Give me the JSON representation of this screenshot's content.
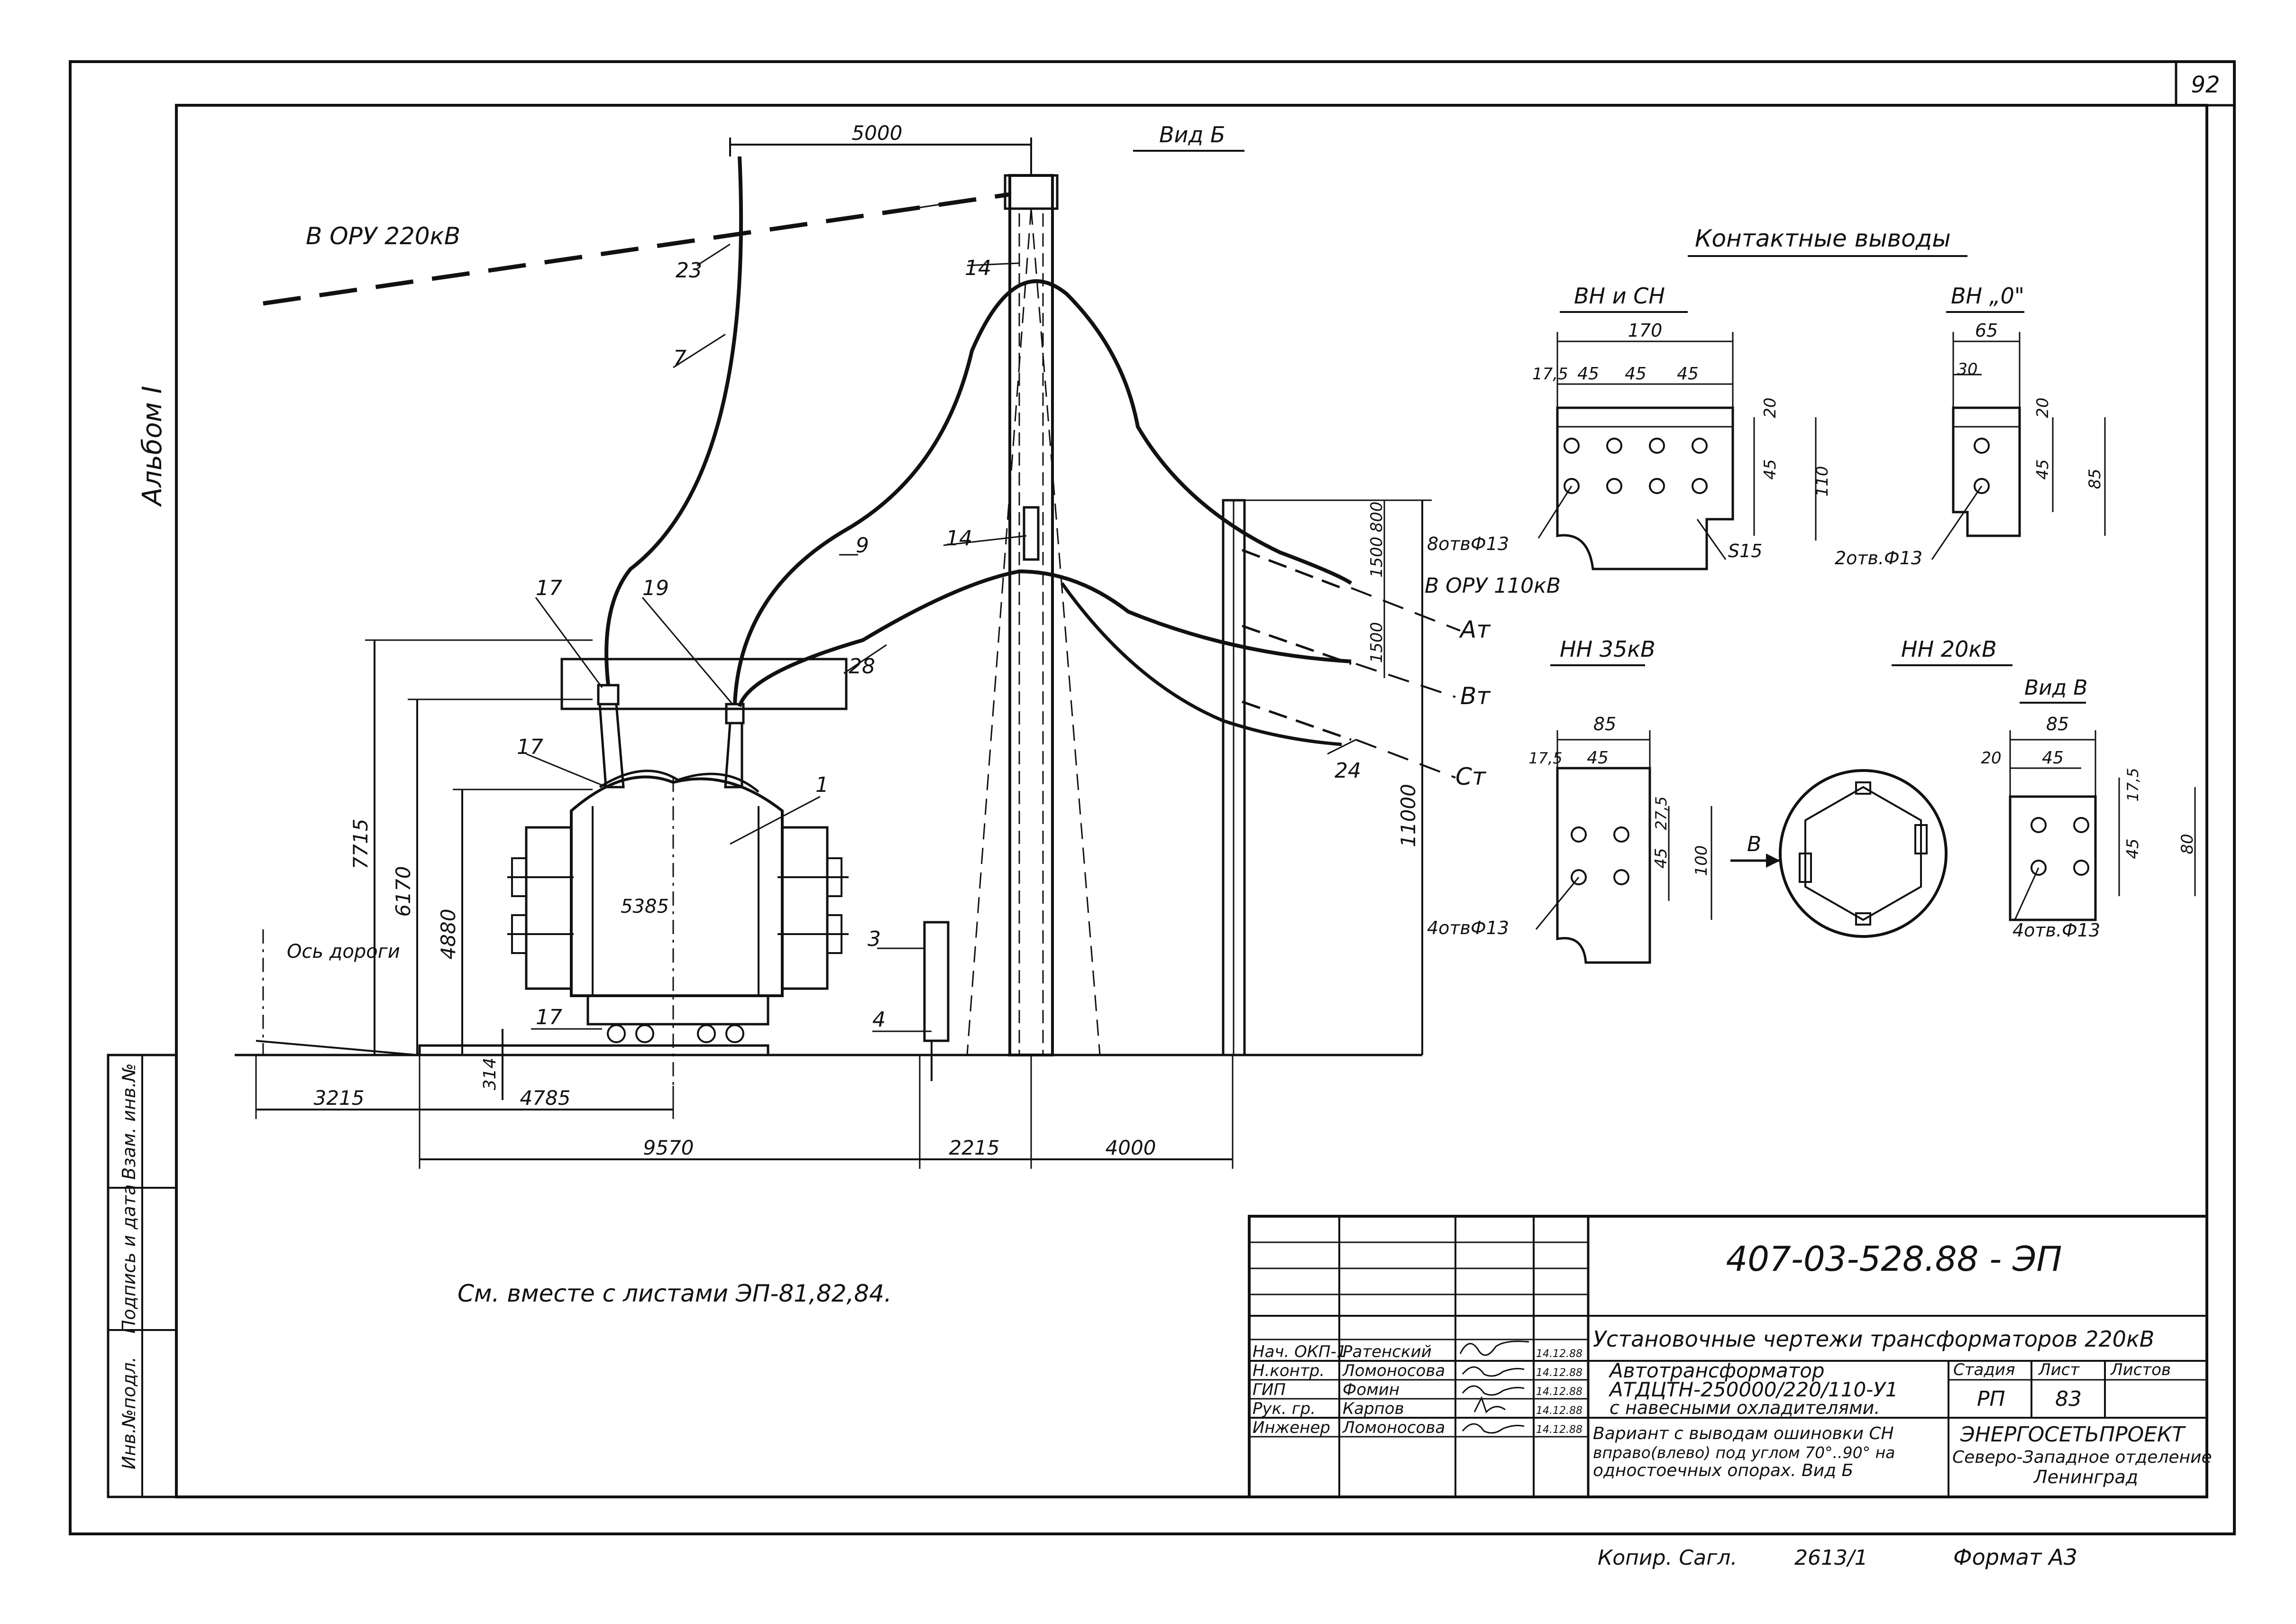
{
  "sheet": {
    "page_number": "92",
    "album_label": "Альбом I",
    "see_also": "См. вместе с листами ЭП-81,82,84.",
    "copy_note": "Копир. Сагл.",
    "copy_number": "2613/1",
    "format_label": "Формат А3"
  },
  "side_stamp": {
    "inv_original": "Инв.№подл.",
    "signature_date": "Подпись и дата",
    "replace_inv": "Взам. инв.№"
  },
  "main_view": {
    "view_title": "Вид Б",
    "to_220": "В ОРУ 220кВ",
    "to_110": "В ОРУ 110кВ",
    "phases": [
      "Ат",
      "Вт",
      "Ст"
    ],
    "road_axis": "Ось дороги",
    "position_labels": [
      "23",
      "7",
      "9",
      "14",
      "14",
      "17",
      "19",
      "17",
      "28",
      "1",
      "24",
      "3",
      "4",
      "17"
    ],
    "dimensions": {
      "top_span": "5000",
      "h1": "7715",
      "h2": "6170",
      "h3": "4880",
      "center": "5385",
      "h_support": "11000",
      "v1500a": "1500",
      "v800": "800",
      "v1500b": "1500",
      "base": "314",
      "b1": "3215",
      "b2": "4785",
      "b3": "9570",
      "b4": "2215",
      "b5": "4000"
    }
  },
  "contacts": {
    "title": "Контактные выводы",
    "bhch": {
      "title": "ВН и СН",
      "width": "170",
      "d1": "17,5",
      "d2": "45",
      "d3": "45",
      "d4": "45",
      "v1": "20",
      "v2": "45",
      "v3": "110",
      "holes": "8отвФ13",
      "thickness": "S15"
    },
    "bh0": {
      "title": "ВН „0\"",
      "width": "65",
      "d1": "30",
      "v1": "20",
      "v2": "45",
      "v3": "85",
      "holes": "2отв.Ф13"
    },
    "nh35": {
      "title": "НН 35кВ",
      "width": "85",
      "d1": "17,5",
      "d2": "45",
      "v1": "27,5",
      "v2": "45",
      "v3": "100",
      "holes": "4отвФ13"
    },
    "nh20": {
      "title": "НН 20кВ",
      "view": "Вид В",
      "arrow": "В",
      "width": "85",
      "d1": "20",
      "d2": "45",
      "v1": "17,5",
      "v2": "45",
      "v3": "80",
      "holes": "4отв.Ф13"
    }
  },
  "title_block": {
    "doc_code": "407-03-528.88 - ЭП",
    "title": "Установочные чертежи трансформаторов 220кВ",
    "staff": [
      {
        "role": "Нач. ОКП-1",
        "name": "Ратенский",
        "date": "14.12.88"
      },
      {
        "role": "Н.контр.",
        "name": "Ломоносова",
        "date": "14.12.88"
      },
      {
        "role": "ГИП",
        "name": "Фомин",
        "date": "14.12.88"
      },
      {
        "role": "Рук. гр.",
        "name": "Карпов",
        "date": "14.12.88"
      },
      {
        "role": "Инженер",
        "name": "Ломоносова",
        "date": "14.12.88"
      }
    ],
    "desc_line1": "Автотрансформатор",
    "desc_line2": "АТДЦТН-250000/220/110-У1",
    "desc_line3": "с навесными охладителями.",
    "var_line1": "Вариант с выводам ошиновки СН",
    "var_line2": "вправо(влево) под углом 70°..90° на",
    "var_line3": "одностоечных опорах. Вид Б",
    "stage_label": "Стадия",
    "sheet_label": "Лист",
    "sheets_label": "Листов",
    "stage": "РП",
    "sheet_no": "83",
    "org1": "ЭНЕРГОСЕТЬПРОЕКТ",
    "org2": "Северо-Западное отделение",
    "org3": "Ленинград"
  },
  "icons": [
    "signature-icon"
  ]
}
